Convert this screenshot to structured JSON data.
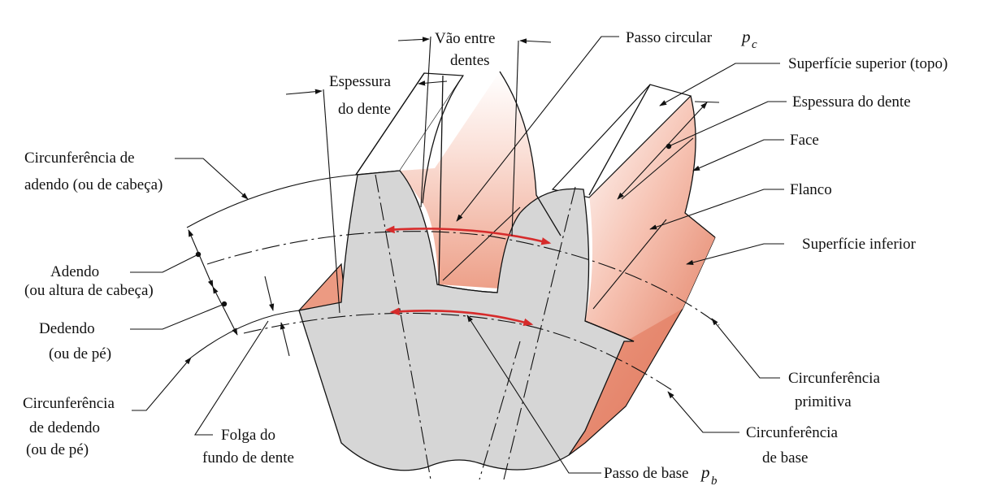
{
  "labels": {
    "vao_entre": "Vão entre",
    "dentes": "dentes",
    "espessura": "Espessura",
    "do_dente": "do dente",
    "passo_circular": "Passo circular",
    "pc_symbol": "p",
    "pc_sub": "c",
    "superficie_superior": "Superfície superior (topo)",
    "espessura_do_dente_right": "Espessura do dente",
    "face": "Face",
    "flanco": "Flanco",
    "superficie_inferior": "Superfície inferior",
    "circ_adendo_1": "Circunferência de",
    "circ_adendo_2": "adendo (ou de cabeça)",
    "adendo_1": "Adendo",
    "adendo_2": "(ou altura de cabeça)",
    "dedendo_1": "Dedendo",
    "dedendo_2": "(ou de pé)",
    "circ_dedendo_1": "Circunferência",
    "circ_dedendo_2": "de dedendo",
    "circ_dedendo_3": "(ou de pé)",
    "folga_1": "Folga do",
    "folga_2": "fundo de dente",
    "passo_base": "Passo de base",
    "pb_symbol": "p",
    "pb_sub": "b",
    "circ_base_1": "Circunferência",
    "circ_base_2": "de base",
    "circ_primitiva_1": "Circunferência",
    "circ_primitiva_2": "primitiva"
  },
  "colors": {
    "face_gray": "#d6d6d6",
    "tooth_light": "#fde9e3",
    "tooth_mid": "#f3b7a4",
    "tooth_dark": "#e98a6e",
    "arrow_red": "#d62b2b"
  }
}
